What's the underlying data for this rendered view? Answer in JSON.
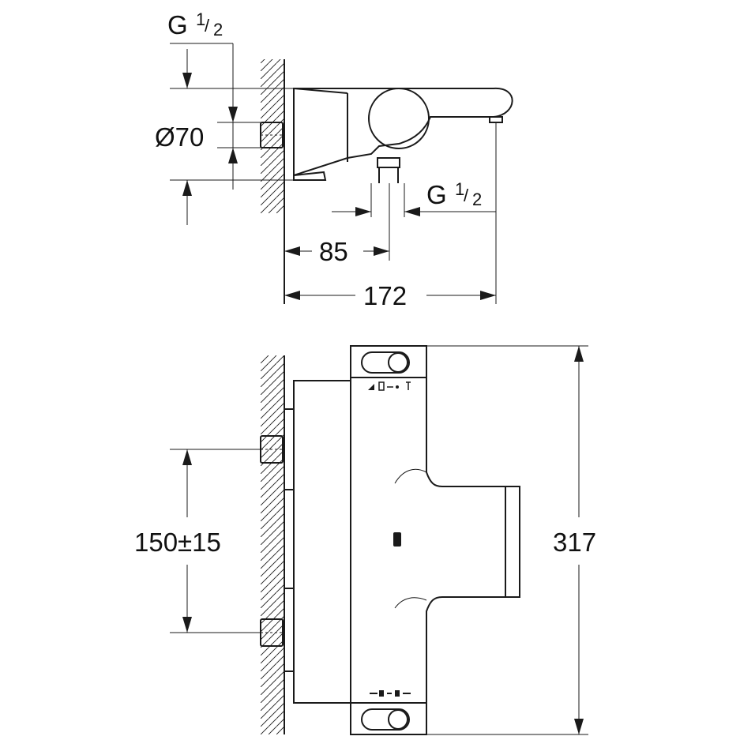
{
  "dimensions": {
    "inlet_thread": {
      "letter": "G",
      "numerator": "1",
      "denominator": "2"
    },
    "outlet_thread": {
      "letter": "G",
      "numerator": "1",
      "denominator": "2"
    },
    "diameter": "Ø70",
    "wall_to_outlet": "85",
    "overall_depth": "172",
    "inlet_spacing": "150±15",
    "overall_height": "317"
  }
}
